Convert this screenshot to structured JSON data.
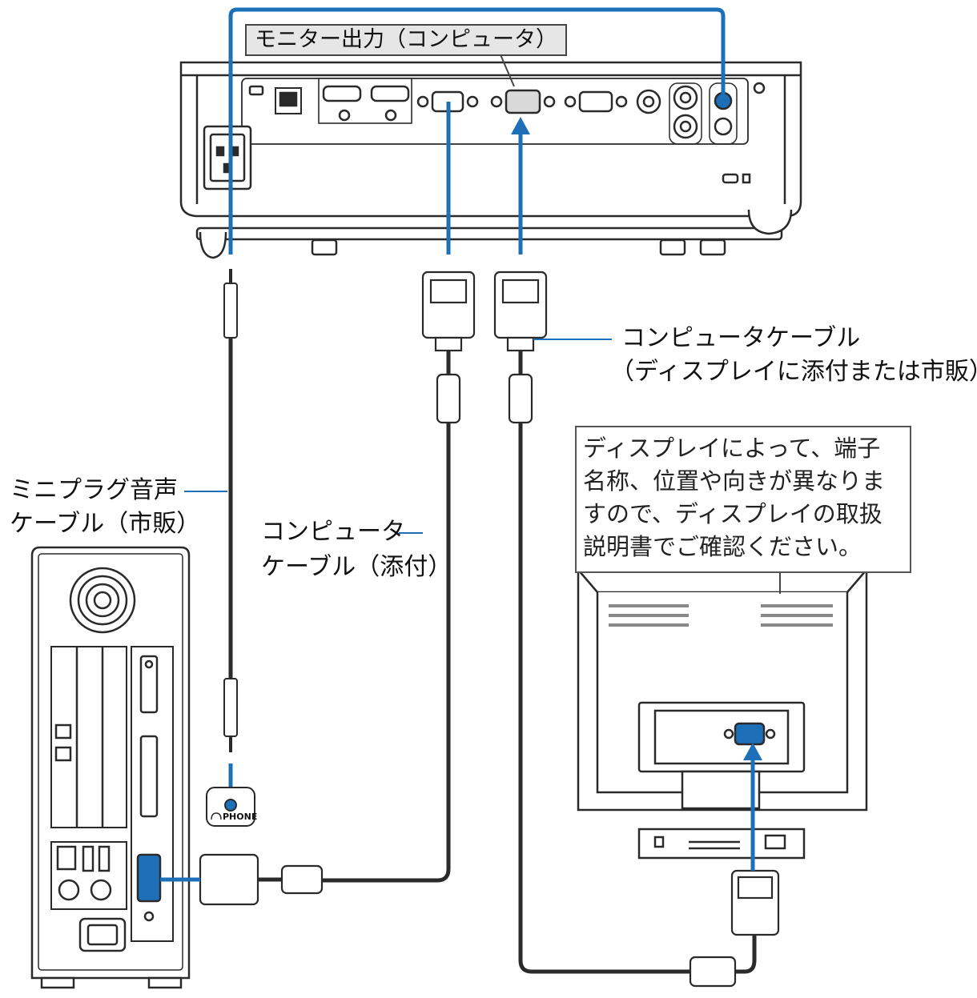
{
  "labels": {
    "monitor_out": "モニター出力（コンピュータ）",
    "computer_cable_display_l1": "コンピュータケーブル",
    "computer_cable_display_l2": "（ディスプレイに添付または市販）",
    "note_l1": "ディスプレイによって、端子",
    "note_l2": "名称、位置や向きが異なりま",
    "note_l3": "すので、ディスプレイの取扱",
    "note_l4": "説明書でご確認ください。",
    "mini_plug_l1": "ミニプラグ音声",
    "mini_plug_l2": "ケーブル（市販）",
    "computer_cable_supplied_l1": "コンピュータ",
    "computer_cable_supplied_l2": "ケーブル（添付）",
    "phone_port": "PHONE"
  },
  "colors": {
    "cable_blue": "#1d6fb8",
    "cable_black": "#1a1a1a",
    "device_outline": "#2a2a2a",
    "device_fill": "#ffffff",
    "shade": "#d9d9d9"
  },
  "icons": [
    "headphone-icon",
    "power-socket-icon",
    "fan-grille-icon",
    "vga-port-icon",
    "audio-jack-icon"
  ]
}
